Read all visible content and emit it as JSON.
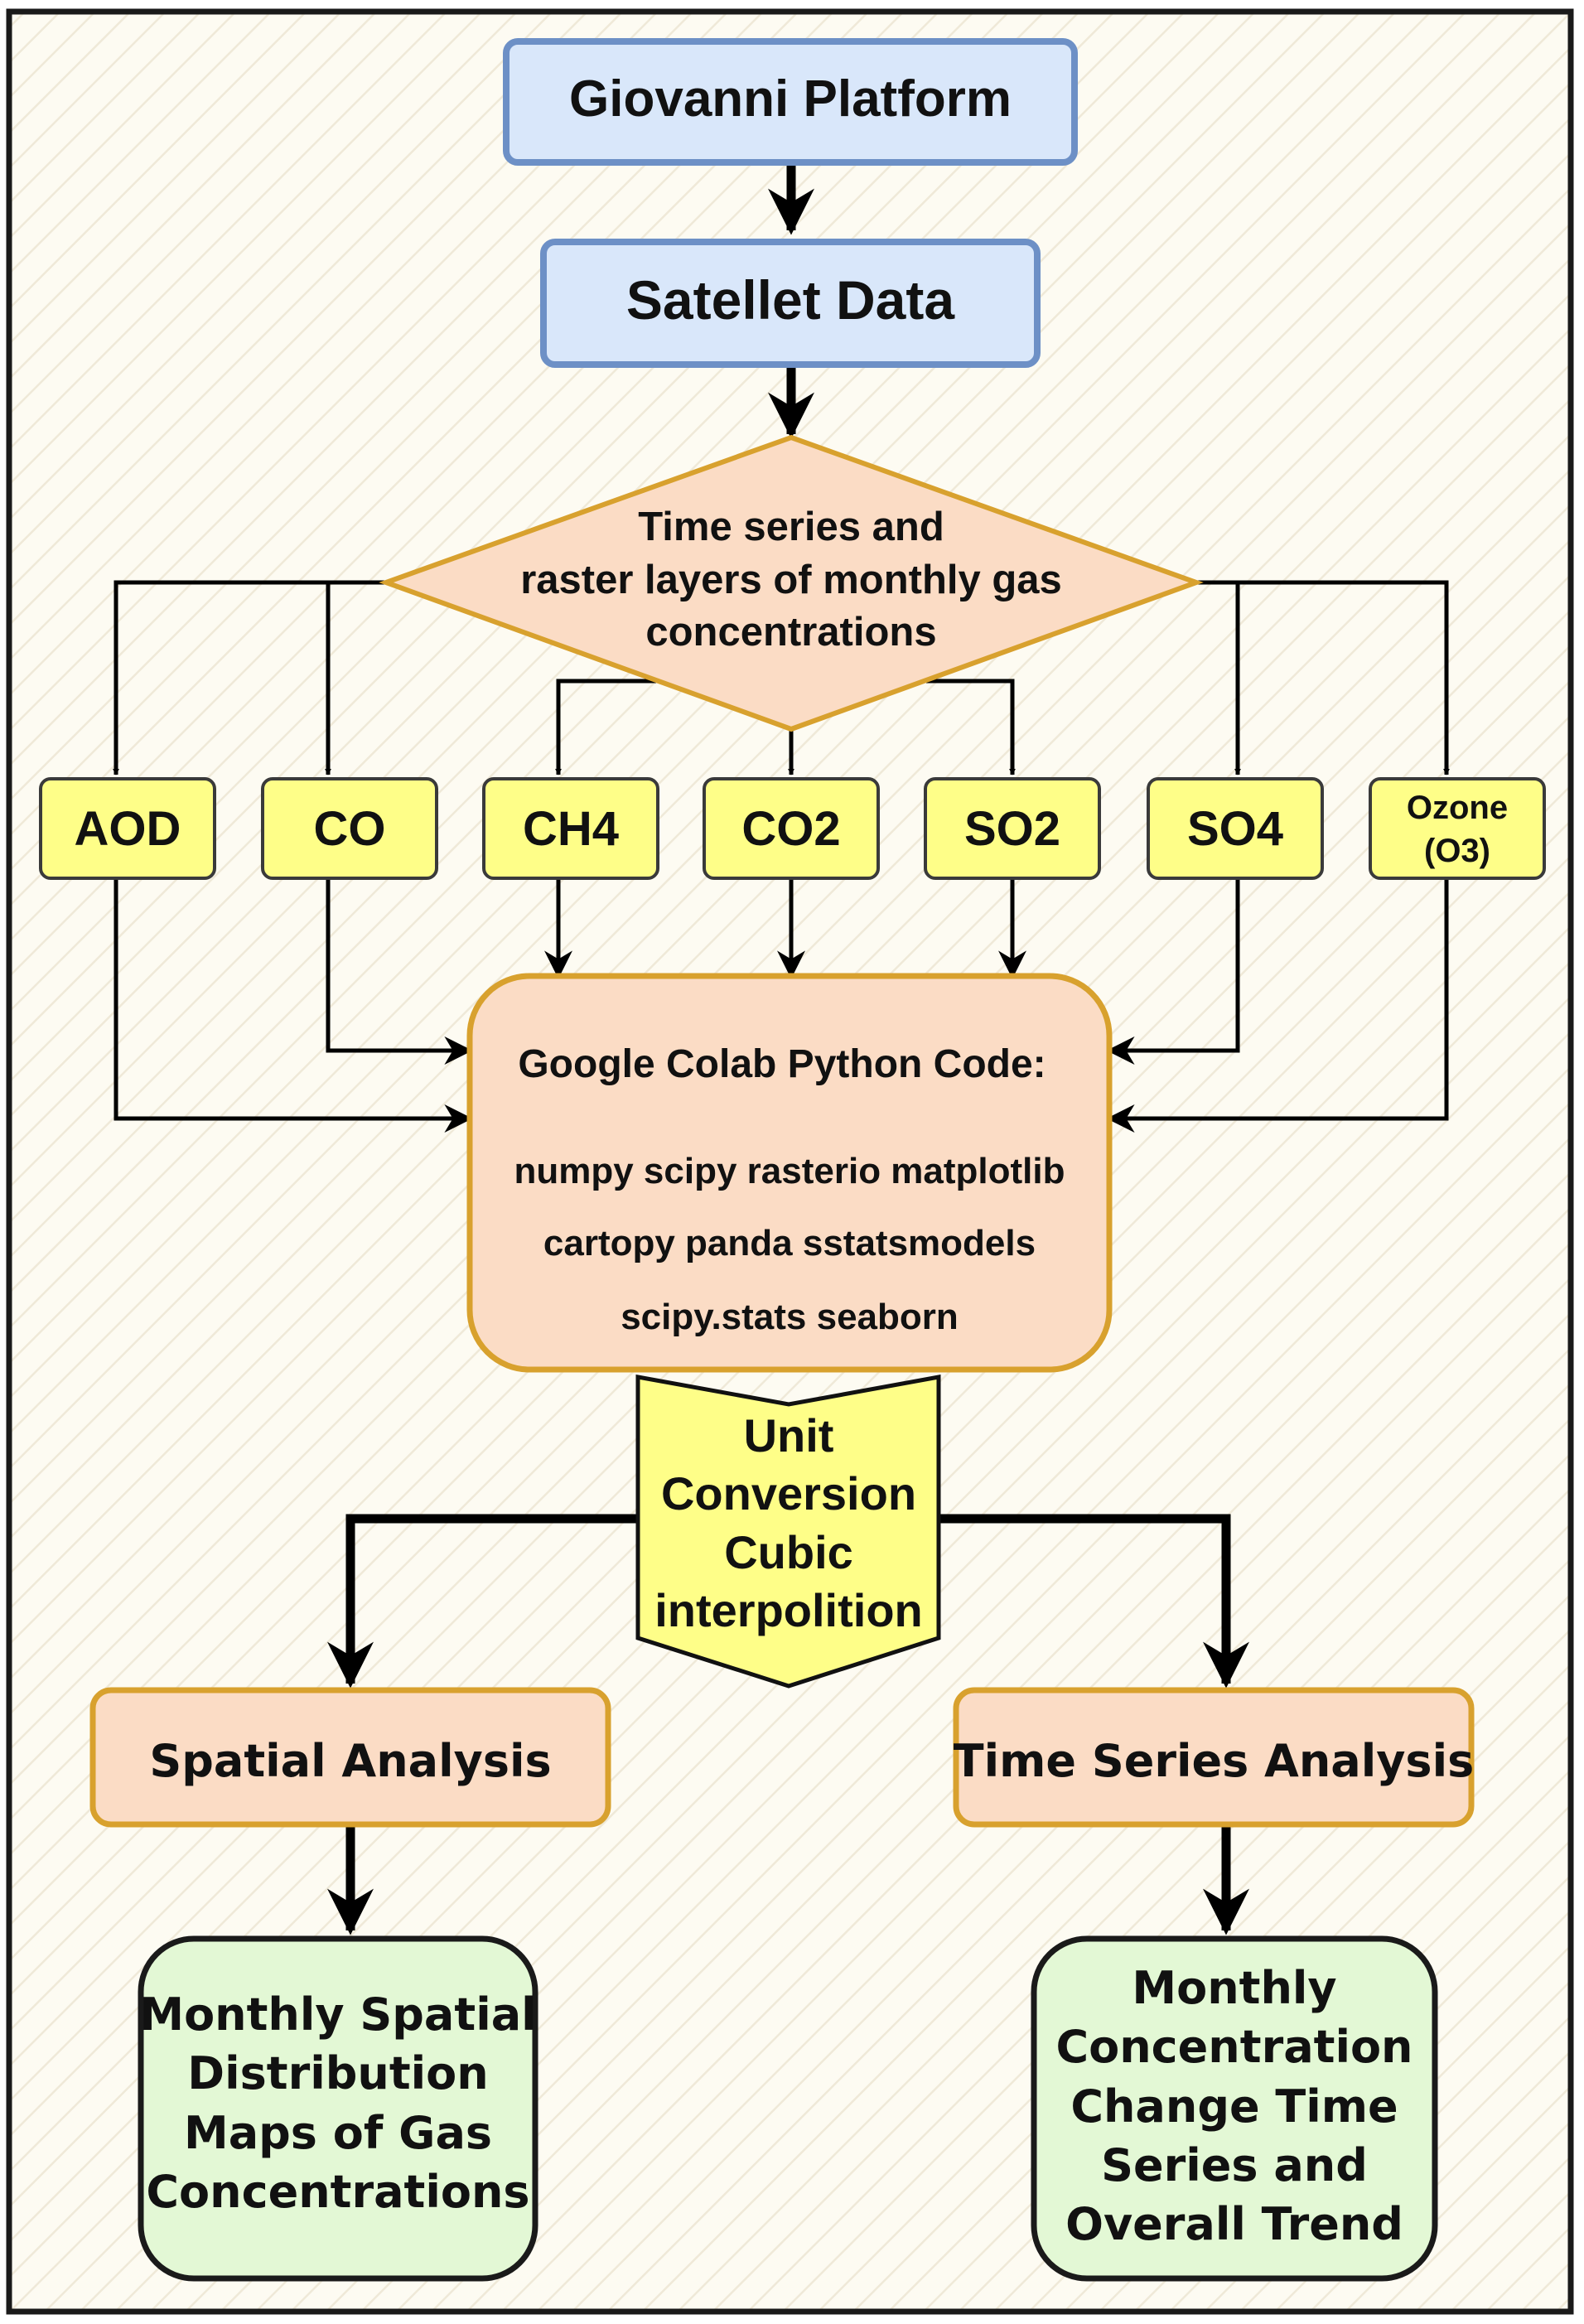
{
  "colors": {
    "background": "#fdfbf2",
    "blue_fill": "#d9e7fa",
    "blue_stroke": "#6d90c6",
    "orange_fill": "#fbdcc5",
    "orange_stroke": "#d8a12e",
    "yellow_fill": "#fefe88",
    "green_fill": "#e3f8d5"
  },
  "nodes": {
    "giovanni": "Giovanni Platform",
    "satellite": "Satellet Data",
    "decision": [
      "Time series and",
      "raster layers of monthly gas",
      "concentrations"
    ],
    "gases": [
      "AOD",
      "CO",
      "CH4",
      "CO2",
      "SO2",
      "SO4"
    ],
    "ozone": [
      "Ozone",
      "(O3)"
    ],
    "colab": {
      "title": "Google Colab Python Code:",
      "libraries": [
        "numpy scipy rasterio matplotlib",
        "cartopy panda sstatsmodels",
        "scipy.stats seaborn"
      ]
    },
    "conversion": [
      "Unit",
      "Conversion",
      "Cubic",
      "interpolition"
    ],
    "spatial": "Spatial Analysis",
    "timeseries": "Time Series Analysis",
    "spatial_output": [
      "Monthly Spatial",
      "Distribution",
      "Maps of Gas",
      "Concentrations"
    ],
    "timeseries_output": [
      "Monthly",
      "Concentration",
      "Change Time",
      "Series and",
      "Overall Trend"
    ]
  }
}
